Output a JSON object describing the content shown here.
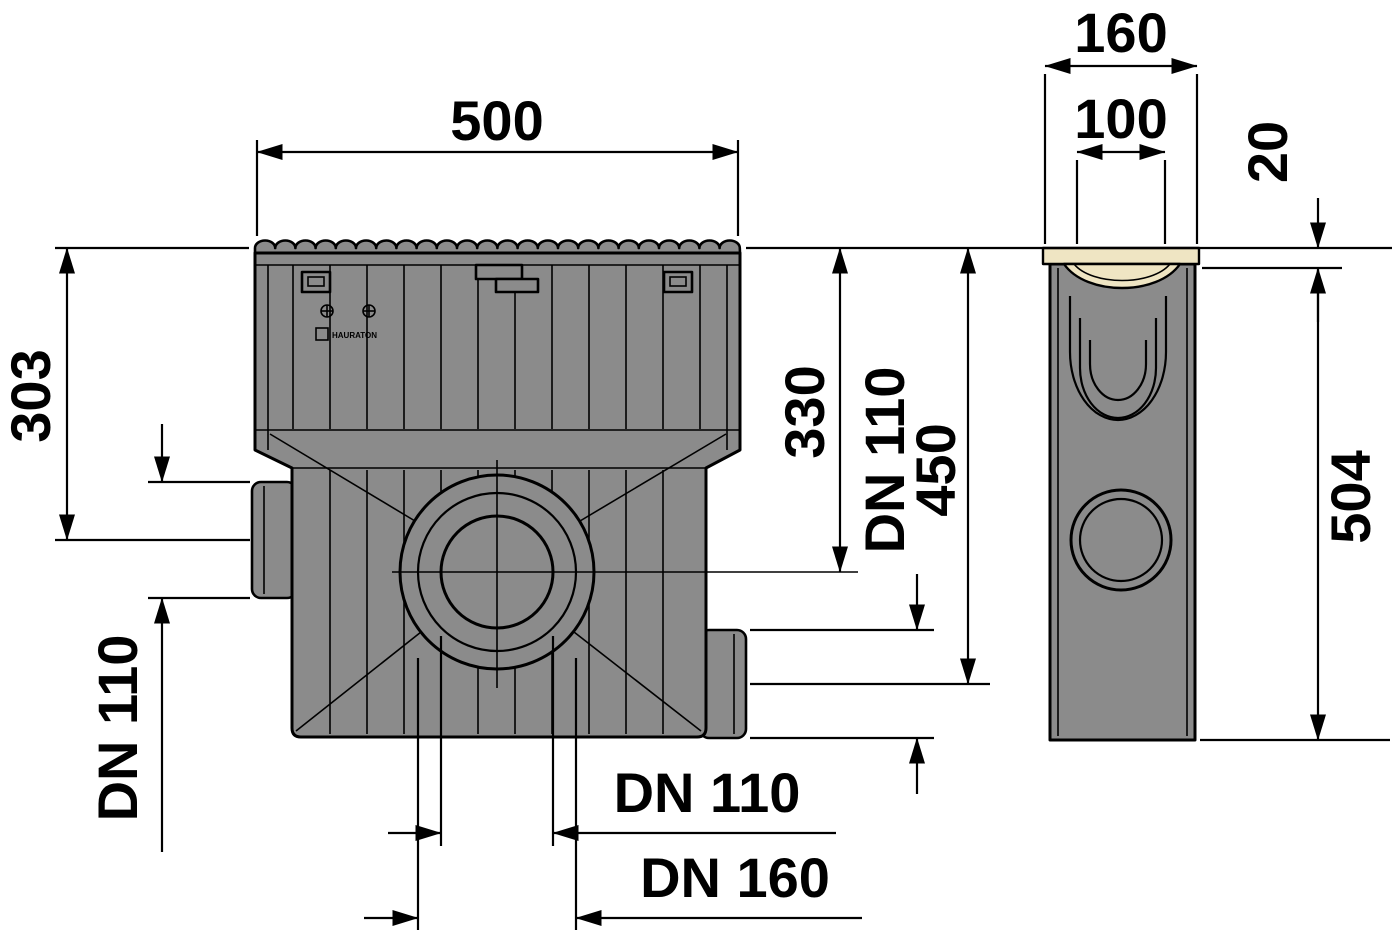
{
  "drawing": {
    "type": "technical-dimension-drawing",
    "colors": {
      "line": "#000000",
      "body_fill": "#8b8b8b",
      "cover_fill": "#efe5c3",
      "background": "#ffffff"
    },
    "front_view": {
      "dim_width": "500",
      "dim_inlet_height": "303",
      "dim_inlet_dn": "DN 110",
      "dim_outlet_center": "330",
      "dim_side_outlet_dn": "DN 110",
      "dim_total_depth": "450",
      "dim_bottom_outlet_dn110": "DN 110",
      "dim_bottom_outlet_dn160": "DN 160",
      "brand": "HAURATON"
    },
    "side_view": {
      "dim_outer_width": "160",
      "dim_inner_width": "100",
      "dim_cover_thickness": "20",
      "dim_total_height": "504"
    }
  }
}
